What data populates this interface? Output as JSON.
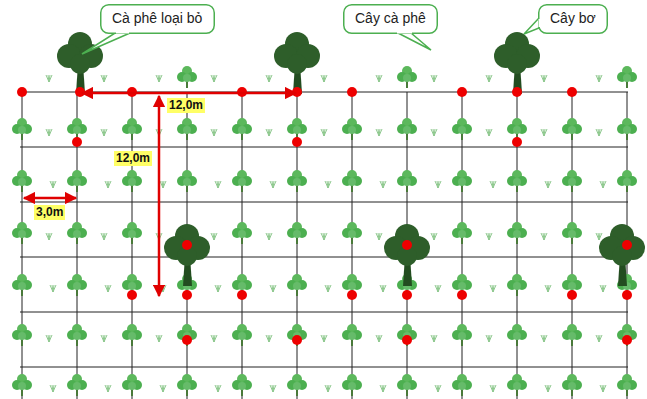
{
  "diagram": {
    "nodes": [
      {
        "text": [
          "Cà phê loại bỏ"
        ]
      },
      {
        "text": [
          "Cây cà phê"
        ]
      },
      {
        "text": [
          "Cây bơ"
        ]
      }
    ],
    "labels": [
      "12,0m",
      "12,0m",
      "3,0m"
    ]
  }
}
